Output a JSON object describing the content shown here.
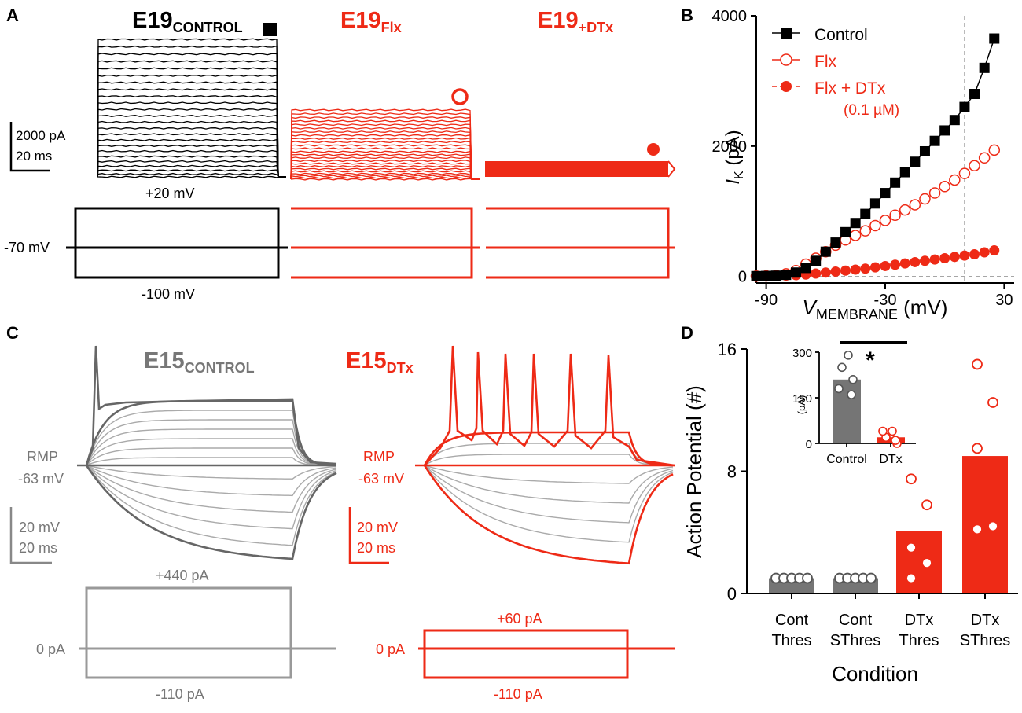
{
  "panels": {
    "A": {
      "label": "A",
      "titles": [
        {
          "main": "E19",
          "sub": "CONTROL"
        },
        {
          "main": "E19",
          "sub": "Flx"
        },
        {
          "main": "E19",
          "sub": "+DTx"
        }
      ],
      "scale_current": "2000 pA",
      "scale_time": "20 ms",
      "v_top": "+20 mV",
      "v_hold": "-70 mV",
      "v_bottom": "-100 mV"
    },
    "C": {
      "label": "C",
      "titles": [
        {
          "main": "E15",
          "sub": "CONTROL"
        },
        {
          "main": "E15",
          "sub": "DTx"
        }
      ],
      "rmp_label": "RMP",
      "rmp_values": [
        "-63 mV",
        "-63 mV"
      ],
      "scale_voltage": "20 mV",
      "scale_time": "20 ms",
      "control_step_top": "+440 pA",
      "control_step_hold": "0 pA",
      "control_step_bottom": "-110 pA",
      "dtx_step_top": "+60 pA",
      "dtx_step_hold": "0 pA",
      "dtx_step_bottom": "-110 pA"
    },
    "B": {
      "label": "B"
    },
    "D": {
      "label": "D"
    }
  },
  "colors": {
    "control": "#000000",
    "red": "#ee2a16",
    "grey": "#777777",
    "bar_grey": "#757575"
  },
  "chart_data": [
    {
      "id": "B",
      "type": "scatter",
      "ylabel": {
        "main": "I",
        "sub": "K",
        "rest": " (pA)"
      },
      "xlabel": {
        "main": "V",
        "sub": "MEMBRANE",
        "rest": " (mV)"
      },
      "xlim": [
        -95,
        35
      ],
      "ylim": [
        -100,
        4000
      ],
      "xticks": [
        -90,
        -30,
        30
      ],
      "yticks": [
        0,
        2000,
        4000
      ],
      "xtick_labels": [
        "-90",
        "-30",
        "30"
      ],
      "ytick_labels": [
        "0",
        "2000",
        "4000"
      ],
      "reference_lines": {
        "x": 10,
        "y": 0
      },
      "legend_position": "top-left",
      "series": [
        {
          "name": "Control",
          "marker": "filled-square",
          "color": "#000000",
          "line": true,
          "x": [
            -95,
            -90,
            -85,
            -80,
            -75,
            -70,
            -65,
            -60,
            -55,
            -50,
            -45,
            -40,
            -35,
            -30,
            -25,
            -20,
            -15,
            -10,
            -5,
            0,
            5,
            10,
            15,
            20,
            25
          ],
          "y": [
            5,
            8,
            12,
            25,
            60,
            130,
            240,
            380,
            520,
            680,
            820,
            960,
            1120,
            1280,
            1440,
            1600,
            1760,
            1920,
            2080,
            2240,
            2400,
            2600,
            2800,
            3200,
            3650
          ]
        },
        {
          "name": "Flx",
          "marker": "open-circle",
          "color": "#ee2a16",
          "line": false,
          "x": [
            -95,
            -90,
            -85,
            -80,
            -75,
            -70,
            -65,
            -60,
            -55,
            -50,
            -45,
            -40,
            -35,
            -30,
            -25,
            -20,
            -15,
            -10,
            -5,
            0,
            5,
            10,
            15,
            20,
            25
          ],
          "y": [
            5,
            8,
            15,
            40,
            90,
            190,
            280,
            380,
            480,
            560,
            630,
            700,
            780,
            860,
            940,
            1020,
            1100,
            1190,
            1280,
            1380,
            1480,
            1580,
            1700,
            1820,
            1940
          ]
        },
        {
          "name": "Flx + DTx",
          "note": "(0.1 µM)",
          "marker": "filled-circle",
          "color": "#ee2a16",
          "line": false,
          "x": [
            -95,
            -90,
            -85,
            -80,
            -75,
            -70,
            -65,
            -60,
            -55,
            -50,
            -45,
            -40,
            -35,
            -30,
            -25,
            -20,
            -15,
            -10,
            -5,
            0,
            5,
            10,
            15,
            20,
            25
          ],
          "y": [
            0,
            0,
            5,
            12,
            20,
            30,
            45,
            60,
            75,
            90,
            105,
            120,
            140,
            160,
            180,
            200,
            220,
            240,
            260,
            280,
            300,
            320,
            340,
            370,
            400
          ]
        }
      ]
    },
    {
      "id": "D",
      "type": "bar",
      "ylabel": "Action Potential (#)",
      "xlabel": "Condition",
      "ylim": [
        0,
        16
      ],
      "yticks": [
        0,
        8,
        16
      ],
      "ytick_labels": [
        "0",
        "8",
        "16"
      ],
      "categories": [
        [
          "Cont",
          "Thres"
        ],
        [
          "Cont",
          "SThres"
        ],
        [
          "DTx",
          "Thres"
        ],
        [
          "DTx",
          "SThres"
        ]
      ],
      "values": [
        1,
        1,
        4.1,
        9
      ],
      "bar_colors": [
        "#757575",
        "#757575",
        "#ee2a16",
        "#ee2a16"
      ],
      "points": [
        [
          1,
          1,
          1,
          1,
          1
        ],
        [
          1,
          1,
          1,
          1,
          1
        ],
        [
          1,
          2,
          3,
          5.8,
          7.5
        ],
        [
          4.2,
          4.4,
          9.5,
          12.5,
          15
        ]
      ],
      "inset": {
        "type": "bar",
        "ylabel": "(pA)",
        "ylim": [
          0,
          300
        ],
        "yticks": [
          0,
          150,
          300
        ],
        "ytick_labels": [
          "0",
          "150",
          "300"
        ],
        "categories": [
          "Control",
          "DTx"
        ],
        "values": [
          210,
          20
        ],
        "bar_colors": [
          "#757575",
          "#ee2a16"
        ],
        "points": [
          [
            250,
            210,
            180,
            160,
            290
          ],
          [
            20,
            0,
            40,
            10,
            40
          ]
        ],
        "significance": "*"
      }
    }
  ]
}
